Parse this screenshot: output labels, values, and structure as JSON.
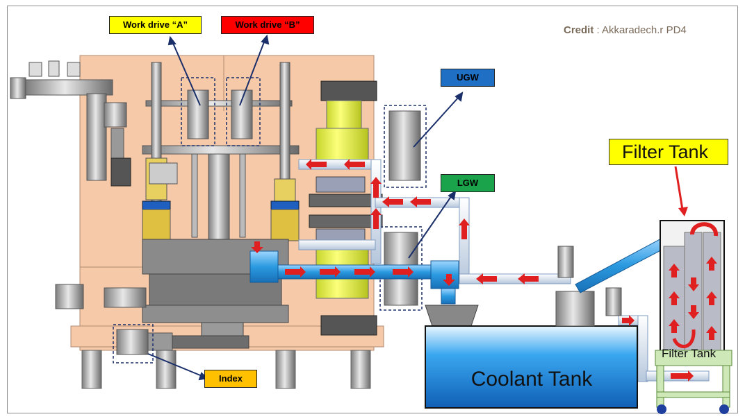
{
  "credit": {
    "prefix": "Credit",
    "text": ": Akkaradech.r PD4"
  },
  "labels": {
    "work_drive_a": "Work drive “A”",
    "work_drive_b": "Work drive “B”",
    "ugw": "UGW",
    "lgw": "LGW",
    "index": "Index",
    "filter_tank_title": "Filter Tank",
    "coolant_tank": "Coolant Tank",
    "filter_tank_small": "Filter Tank"
  },
  "colors": {
    "machine_body": "#f6c9a8",
    "yellow_label": "#ffff00",
    "red_label": "#ff0000",
    "blue_label": "#1f6fc5",
    "green_label": "#1aa34a",
    "orange_label": "#ffc000",
    "coolant_pipe": "#36a9e1",
    "coolant_tank": "#1a84d4",
    "arrow_red": "#e02020"
  }
}
